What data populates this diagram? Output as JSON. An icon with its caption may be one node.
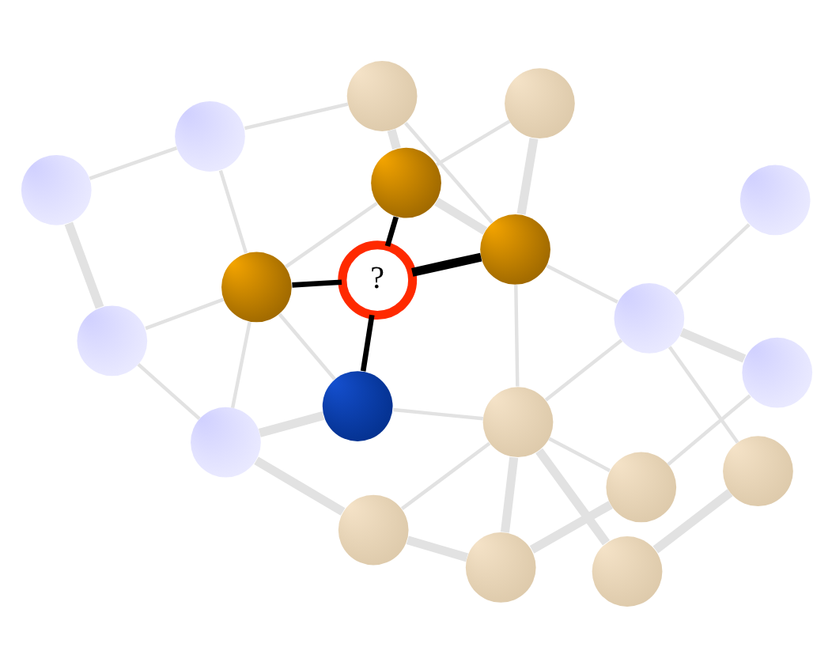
{
  "diagram": {
    "nodes": [
      {
        "text": [],
        "shape": "circle"
      },
      {
        "text": [],
        "shape": "circle"
      },
      {
        "text": [],
        "shape": "circle"
      },
      {
        "text": [],
        "shape": "circle"
      },
      {
        "text": [],
        "shape": "circle"
      },
      {
        "text": [],
        "shape": "circle"
      },
      {
        "text": [],
        "shape": "circle"
      },
      {
        "text": [],
        "shape": "circle"
      },
      {
        "text": [
          "?"
        ]
      },
      {
        "text": [],
        "shape": "circle"
      },
      {
        "text": [],
        "shape": "circle"
      },
      {
        "text": [],
        "shape": "circle"
      },
      {
        "text": [],
        "shape": "circle"
      },
      {
        "text": [],
        "shape": "circle"
      },
      {
        "text": [],
        "shape": "circle"
      },
      {
        "text": [],
        "shape": "circle"
      },
      {
        "text": [],
        "shape": "circle"
      },
      {
        "text": [],
        "shape": "circle"
      },
      {
        "text": [],
        "shape": "circle"
      },
      {
        "text": [],
        "shape": "circle"
      }
    ],
    "edges": [
      {
        "from": 0,
        "to": 1,
        "arrow": "none",
        "style": "thick"
      },
      {
        "from": 0,
        "to": 3,
        "arrow": "none"
      },
      {
        "from": 0,
        "to": 7,
        "arrow": "none"
      },
      {
        "from": 0,
        "to": 5,
        "arrow": "none",
        "style": "thick"
      },
      {
        "from": 1,
        "to": 2,
        "arrow": "none",
        "style": "thick"
      },
      {
        "from": 1,
        "to": 6,
        "arrow": "none"
      },
      {
        "from": 2,
        "to": 6,
        "arrow": "none",
        "style": "thick"
      },
      {
        "from": 2,
        "to": 4,
        "arrow": "none",
        "style": "thick"
      },
      {
        "from": 3,
        "to": 7,
        "arrow": "none"
      },
      {
        "from": 3,
        "to": 11,
        "arrow": "none",
        "style": "thick"
      },
      {
        "from": 5,
        "to": 7,
        "arrow": "none"
      },
      {
        "from": 5,
        "to": 6,
        "arrow": "none"
      },
      {
        "from": 6,
        "to": 4,
        "arrow": "none"
      },
      {
        "from": 6,
        "to": 10,
        "arrow": "none",
        "style": "thick"
      },
      {
        "from": 6,
        "to": 13,
        "arrow": "none"
      },
      {
        "from": 6,
        "to": 14,
        "arrow": "none"
      },
      {
        "from": 4,
        "to": 9,
        "arrow": "none"
      },
      {
        "from": 9,
        "to": 13,
        "arrow": "none",
        "style": "thick"
      },
      {
        "from": 10,
        "to": 16,
        "arrow": "none",
        "style": "thick"
      },
      {
        "from": 13,
        "to": 16,
        "arrow": "none"
      },
      {
        "from": 13,
        "to": 18,
        "arrow": "none"
      },
      {
        "from": 13,
        "to": 14,
        "arrow": "none"
      },
      {
        "from": 11,
        "to": 15,
        "arrow": "none"
      },
      {
        "from": 15,
        "to": 7,
        "arrow": "none"
      },
      {
        "from": 7,
        "to": 12,
        "arrow": "none"
      },
      {
        "from": 12,
        "to": 14,
        "arrow": "none",
        "style": "thick"
      },
      {
        "from": 12,
        "to": 19,
        "arrow": "none",
        "style": "thick"
      },
      {
        "from": 12,
        "to": 17,
        "arrow": "none"
      },
      {
        "from": 14,
        "to": 19,
        "arrow": "none"
      },
      {
        "from": 14,
        "to": 17,
        "arrow": "none",
        "style": "thick"
      },
      {
        "from": 15,
        "to": 19,
        "arrow": "none"
      },
      {
        "from": 7,
        "to": 8,
        "arrow": "none",
        "color": "#000000"
      },
      {
        "from": 5,
        "to": 8,
        "arrow": "none",
        "color": "#000000"
      },
      {
        "from": 8,
        "to": 12,
        "arrow": "none",
        "color": "#000000"
      },
      {
        "from": 8,
        "to": 14,
        "arrow": "none",
        "color": "#000000",
        "style": "thick"
      }
    ]
  }
}
